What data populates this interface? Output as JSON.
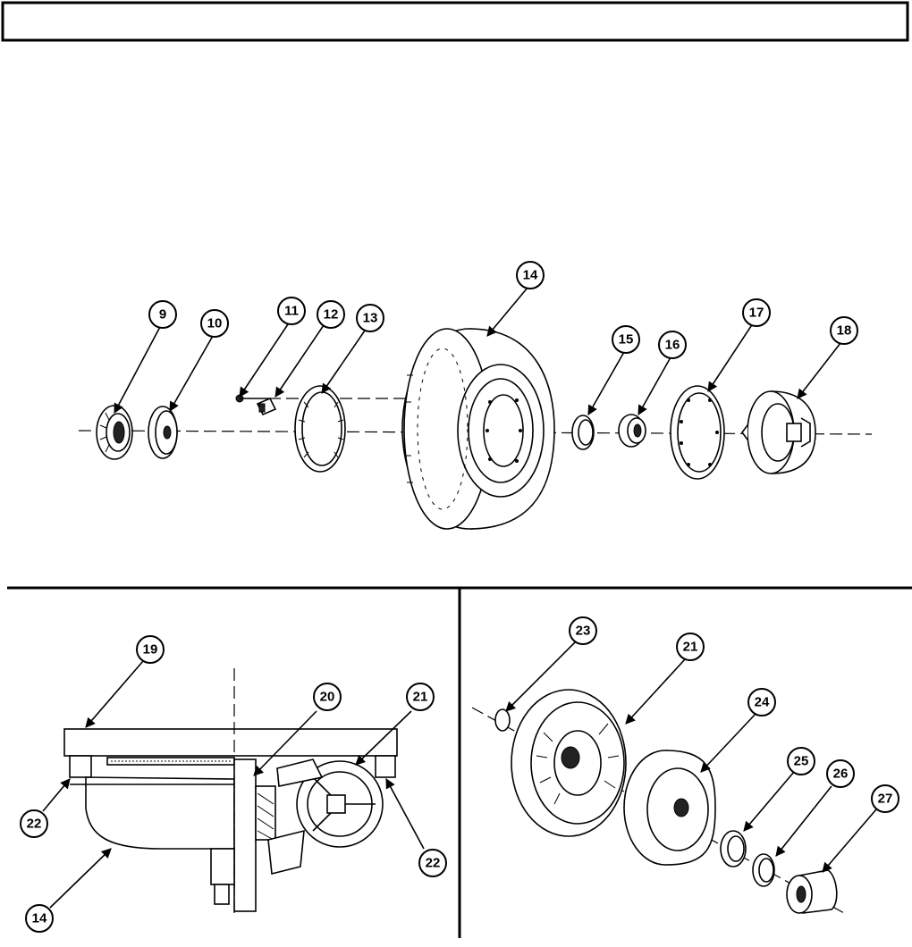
{
  "header_box_text": "",
  "callouts": {
    "c9": "9",
    "c10": "10",
    "c11": "11",
    "c12": "12",
    "c13": "13",
    "c14": "14",
    "c15": "15",
    "c16": "16",
    "c17": "17",
    "c18": "18",
    "c19": "19",
    "c20": "20",
    "c21a": "21",
    "c22a": "22",
    "c22b": "22",
    "c14b": "14",
    "c23": "23",
    "c21b": "21",
    "c24": "24",
    "c25": "25",
    "c26": "26",
    "c27": "27"
  }
}
